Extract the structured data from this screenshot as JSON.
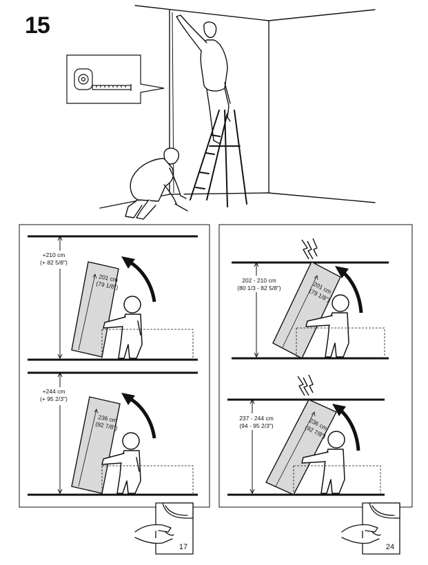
{
  "step": {
    "number": "15"
  },
  "panels": {
    "top_left": {
      "clearance_cm": "+210 cm",
      "clearance_in": "(+ 82 5/8\")",
      "panel_cm": "201 cm",
      "panel_in": "(79 1/8\")"
    },
    "bottom_left": {
      "clearance_cm": "+244 cm",
      "clearance_in": "(+ 95 2/3\")",
      "panel_cm": "236 cm",
      "panel_in": "(92 7/8\")"
    },
    "top_right": {
      "clearance_cm": "202 - 210 cm",
      "clearance_in": "(80 1/3 - 82 5/8\")",
      "panel_cm": "201 cm",
      "panel_in": "(79 1/8\")"
    },
    "bottom_right": {
      "clearance_cm": "237 - 244 cm",
      "clearance_in": "(94 - 95 2/3\")",
      "panel_cm": "236 cm",
      "panel_in": "(92 7/8\")"
    }
  },
  "page_refs": {
    "left": "17",
    "right": "24"
  },
  "icons": [
    "tape-measure-icon",
    "stepladder-icon",
    "rotate-arrow-icon",
    "collision-icon",
    "page-turn-icon"
  ]
}
